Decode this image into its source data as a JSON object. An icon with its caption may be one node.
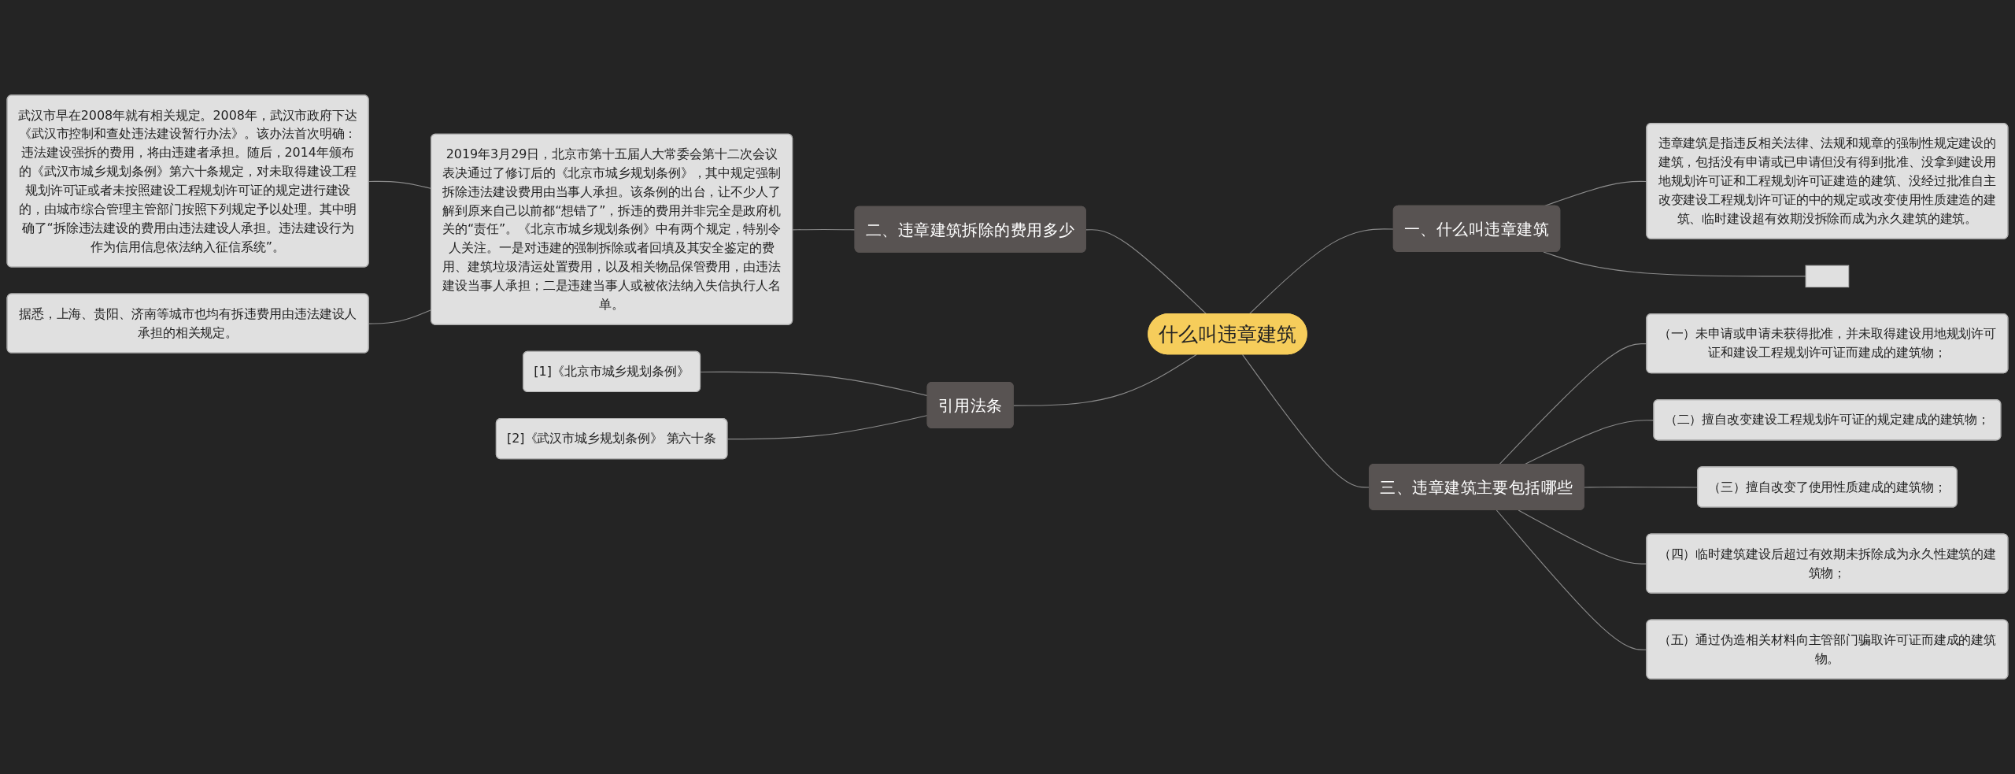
{
  "diagram": {
    "nodes": [
      {
        "text": [
          "什么叫违章建筑"
        ]
      },
      {
        "text": [
          "一、什么叫违章建筑"
        ]
      },
      {
        "text": [
          "违章建筑是指违反相关法律、法规和规章的强制性规定建设的建筑，包括没有申请或已申请但没有得到批准、没拿到建设用地规划许可证和工程规划许可证建造的建筑、没经过批准自主改变建设工程规划许可证的中的规定或改变使用性质建造的建筑、临时建设超有效期没拆除而成为永久建筑的建筑。"
        ]
      },
      {
        "text": [],
        "shape": "box"
      },
      {
        "text": [
          "二、违章建筑拆除的费用多少"
        ]
      },
      {
        "text": [
          "2019年3月29日，北京市第十五届人大常委会第十二次会议表决通过了修订后的《北京市城乡规划条例》，其中规定强制拆除违法建设费用由当事人承担。该条例的出台，让不少人了解到原来自己以前都“想错了”，拆违的费用并非完全是政府机关的“责任”。《北京市城乡规划条例》中有两个规定，特别令人关注。一是对违建的强制拆除或者回填及其安全鉴定的费用、建筑垃圾清运处置费用，以及相关物品保管费用，由违法建设当事人承担；二是违建当事人或被依法纳入失信执行人名单。"
        ]
      },
      {
        "text": [
          "武汉市早在2008年就有相关规定。2008年，武汉市政府下达《武汉市控制和查处违法建设暂行办法》。该办法首次明确：违法建设强拆的费用，将由违建者承担。随后，2014年颁布的《武汉市城乡规划条例》第六十条规定，对未取得建设工程规划许可证或者未按照建设工程规划许可证的规定进行建设的，由城市综合管理主管部门按照下列规定予以处理。其中明确了“拆除违法建设的费用由违法建设人承担。违法建设行为作为信用信息依法纳入征信系统”。"
        ]
      },
      {
        "text": [
          "据悉，上海、贵阳、济南等城市也均有拆违费用由违法建设人承担的相关规定。"
        ]
      },
      {
        "text": [
          "引用法条"
        ]
      },
      {
        "text": [
          "[1]《北京市城乡规划条例》"
        ]
      },
      {
        "text": [
          "[2]《武汉市城乡规划条例》 第六十条"
        ]
      },
      {
        "text": [
          "三、违章建筑主要包括哪些"
        ]
      },
      {
        "text": [
          "（一）未申请或申请未获得批准，并未取得建设用地规划许可证和建设工程规划许可证而建成的建筑物；"
        ]
      },
      {
        "text": [
          "（二）擅自改变建设工程规划许可证的规定建成的建筑物；"
        ]
      },
      {
        "text": [
          "（三）擅自改变了使用性质建成的建筑物；"
        ]
      },
      {
        "text": [
          "（四）临时建筑建设后超过有效期未拆除成为永久性建筑的建筑物；"
        ]
      },
      {
        "text": [
          "（五）通过伪造相关材料向主管部门骗取许可证而建成的建筑物。"
        ]
      }
    ],
    "edges": [
      {
        "from": 0,
        "to": 1,
        "arrow": "none"
      },
      {
        "from": 1,
        "to": 2,
        "arrow": "none"
      },
      {
        "from": 1,
        "to": 3,
        "arrow": "none"
      },
      {
        "from": 4,
        "to": 0,
        "arrow": "none"
      },
      {
        "from": 5,
        "to": 4,
        "arrow": "none"
      },
      {
        "from": 6,
        "to": 5,
        "arrow": "none"
      },
      {
        "from": 7,
        "to": 5,
        "arrow": "none"
      },
      {
        "from": 8,
        "to": 0,
        "arrow": "none"
      },
      {
        "from": 9,
        "to": 8,
        "arrow": "none"
      },
      {
        "from": 10,
        "to": 8,
        "arrow": "none"
      },
      {
        "from": 0,
        "to": 11,
        "arrow": "none"
      },
      {
        "from": 11,
        "to": 12,
        "arrow": "none"
      },
      {
        "from": 11,
        "to": 13,
        "arrow": "none"
      },
      {
        "from": 11,
        "to": 14,
        "arrow": "none"
      },
      {
        "from": 11,
        "to": 15,
        "arrow": "none"
      },
      {
        "from": 11,
        "to": 16,
        "arrow": "none"
      }
    ]
  }
}
